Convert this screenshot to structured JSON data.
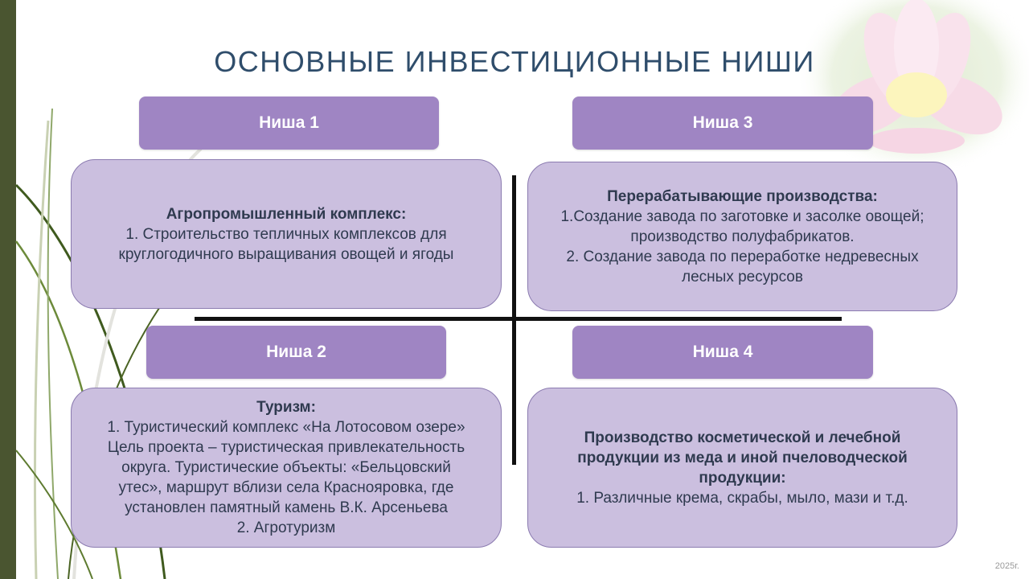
{
  "slide": {
    "title": "ОСНОВНЫЕ ИНВЕСТИЦИОННЫЕ НИШИ",
    "footer": "2025г."
  },
  "niches": [
    {
      "header": "Ниша 1",
      "heading": "Агропромышленный  комплекс:",
      "lines": [
        "1. Строительство тепличных комплексов для",
        "круглогодичного выращивания овощей и ягоды"
      ]
    },
    {
      "header": "Ниша 3",
      "heading": "Перерабатывающие  производства:",
      "lines": [
        "1.Создание завода по заготовке и засолке овощей;",
        "производство полуфабрикатов.",
        "2. Создание завода по переработке недревесных",
        "лесных ресурсов"
      ]
    },
    {
      "header": "Ниша 2",
      "heading": "Туризм:",
      "lines": [
        "1. Туристический комплекс «На Лотосовом озере»",
        "Цель проекта – туристическая привлекательность",
        "округа. Туристические объекты: «Бельцовский",
        "утес», маршрут вблизи села Краснояровка, где",
        "установлен памятный камень  В.К. Арсеньева",
        "2. Агротуризм"
      ]
    },
    {
      "header": "Ниша 4",
      "heading_lines": [
        "Производство косметической и лечебной",
        "продукции из меда и иной пчеловодческой",
        "продукции:"
      ],
      "lines": [
        "1. Различные крема, скрабы, мыло, мази и т.д."
      ]
    }
  ],
  "colors": {
    "header_fill": "#9f85c3",
    "card_fill": "#cbbfdf",
    "card_border": "#8b7bb0",
    "title_text": "#2f4d6b",
    "left_bar": "#4a5530"
  }
}
